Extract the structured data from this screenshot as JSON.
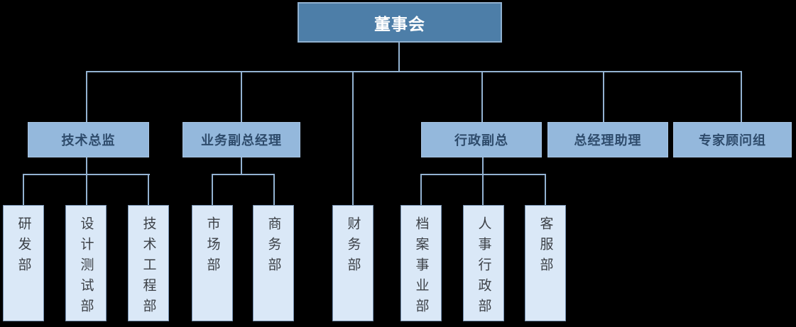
{
  "diagram": {
    "type": "org-chart",
    "root": {
      "label": "董事会"
    },
    "managers": [
      {
        "label": "技术总监",
        "departments": [
          "研发部",
          "设计测试部",
          "技术工程部"
        ]
      },
      {
        "label": "业务副总经理",
        "departments": [
          "市场部",
          "商务部"
        ]
      },
      {
        "label": "行政副总",
        "departments": [
          "档案事业部",
          "人事行政部",
          "客服部"
        ]
      },
      {
        "label": "总经理助理",
        "departments": []
      },
      {
        "label": "专家顾问组",
        "departments": []
      }
    ],
    "board_direct_departments": [
      "财务部"
    ],
    "colors": {
      "background": "#000000",
      "connector": "#93B2D1",
      "root_fill": "#4D7EA8",
      "root_text": "#FFFFFF",
      "manager_fill": "#94B8DC",
      "manager_text": "#2E4B6B",
      "department_fill": "#DAE8F7",
      "department_border": "#7590B0",
      "department_text": "#3C4046"
    }
  }
}
